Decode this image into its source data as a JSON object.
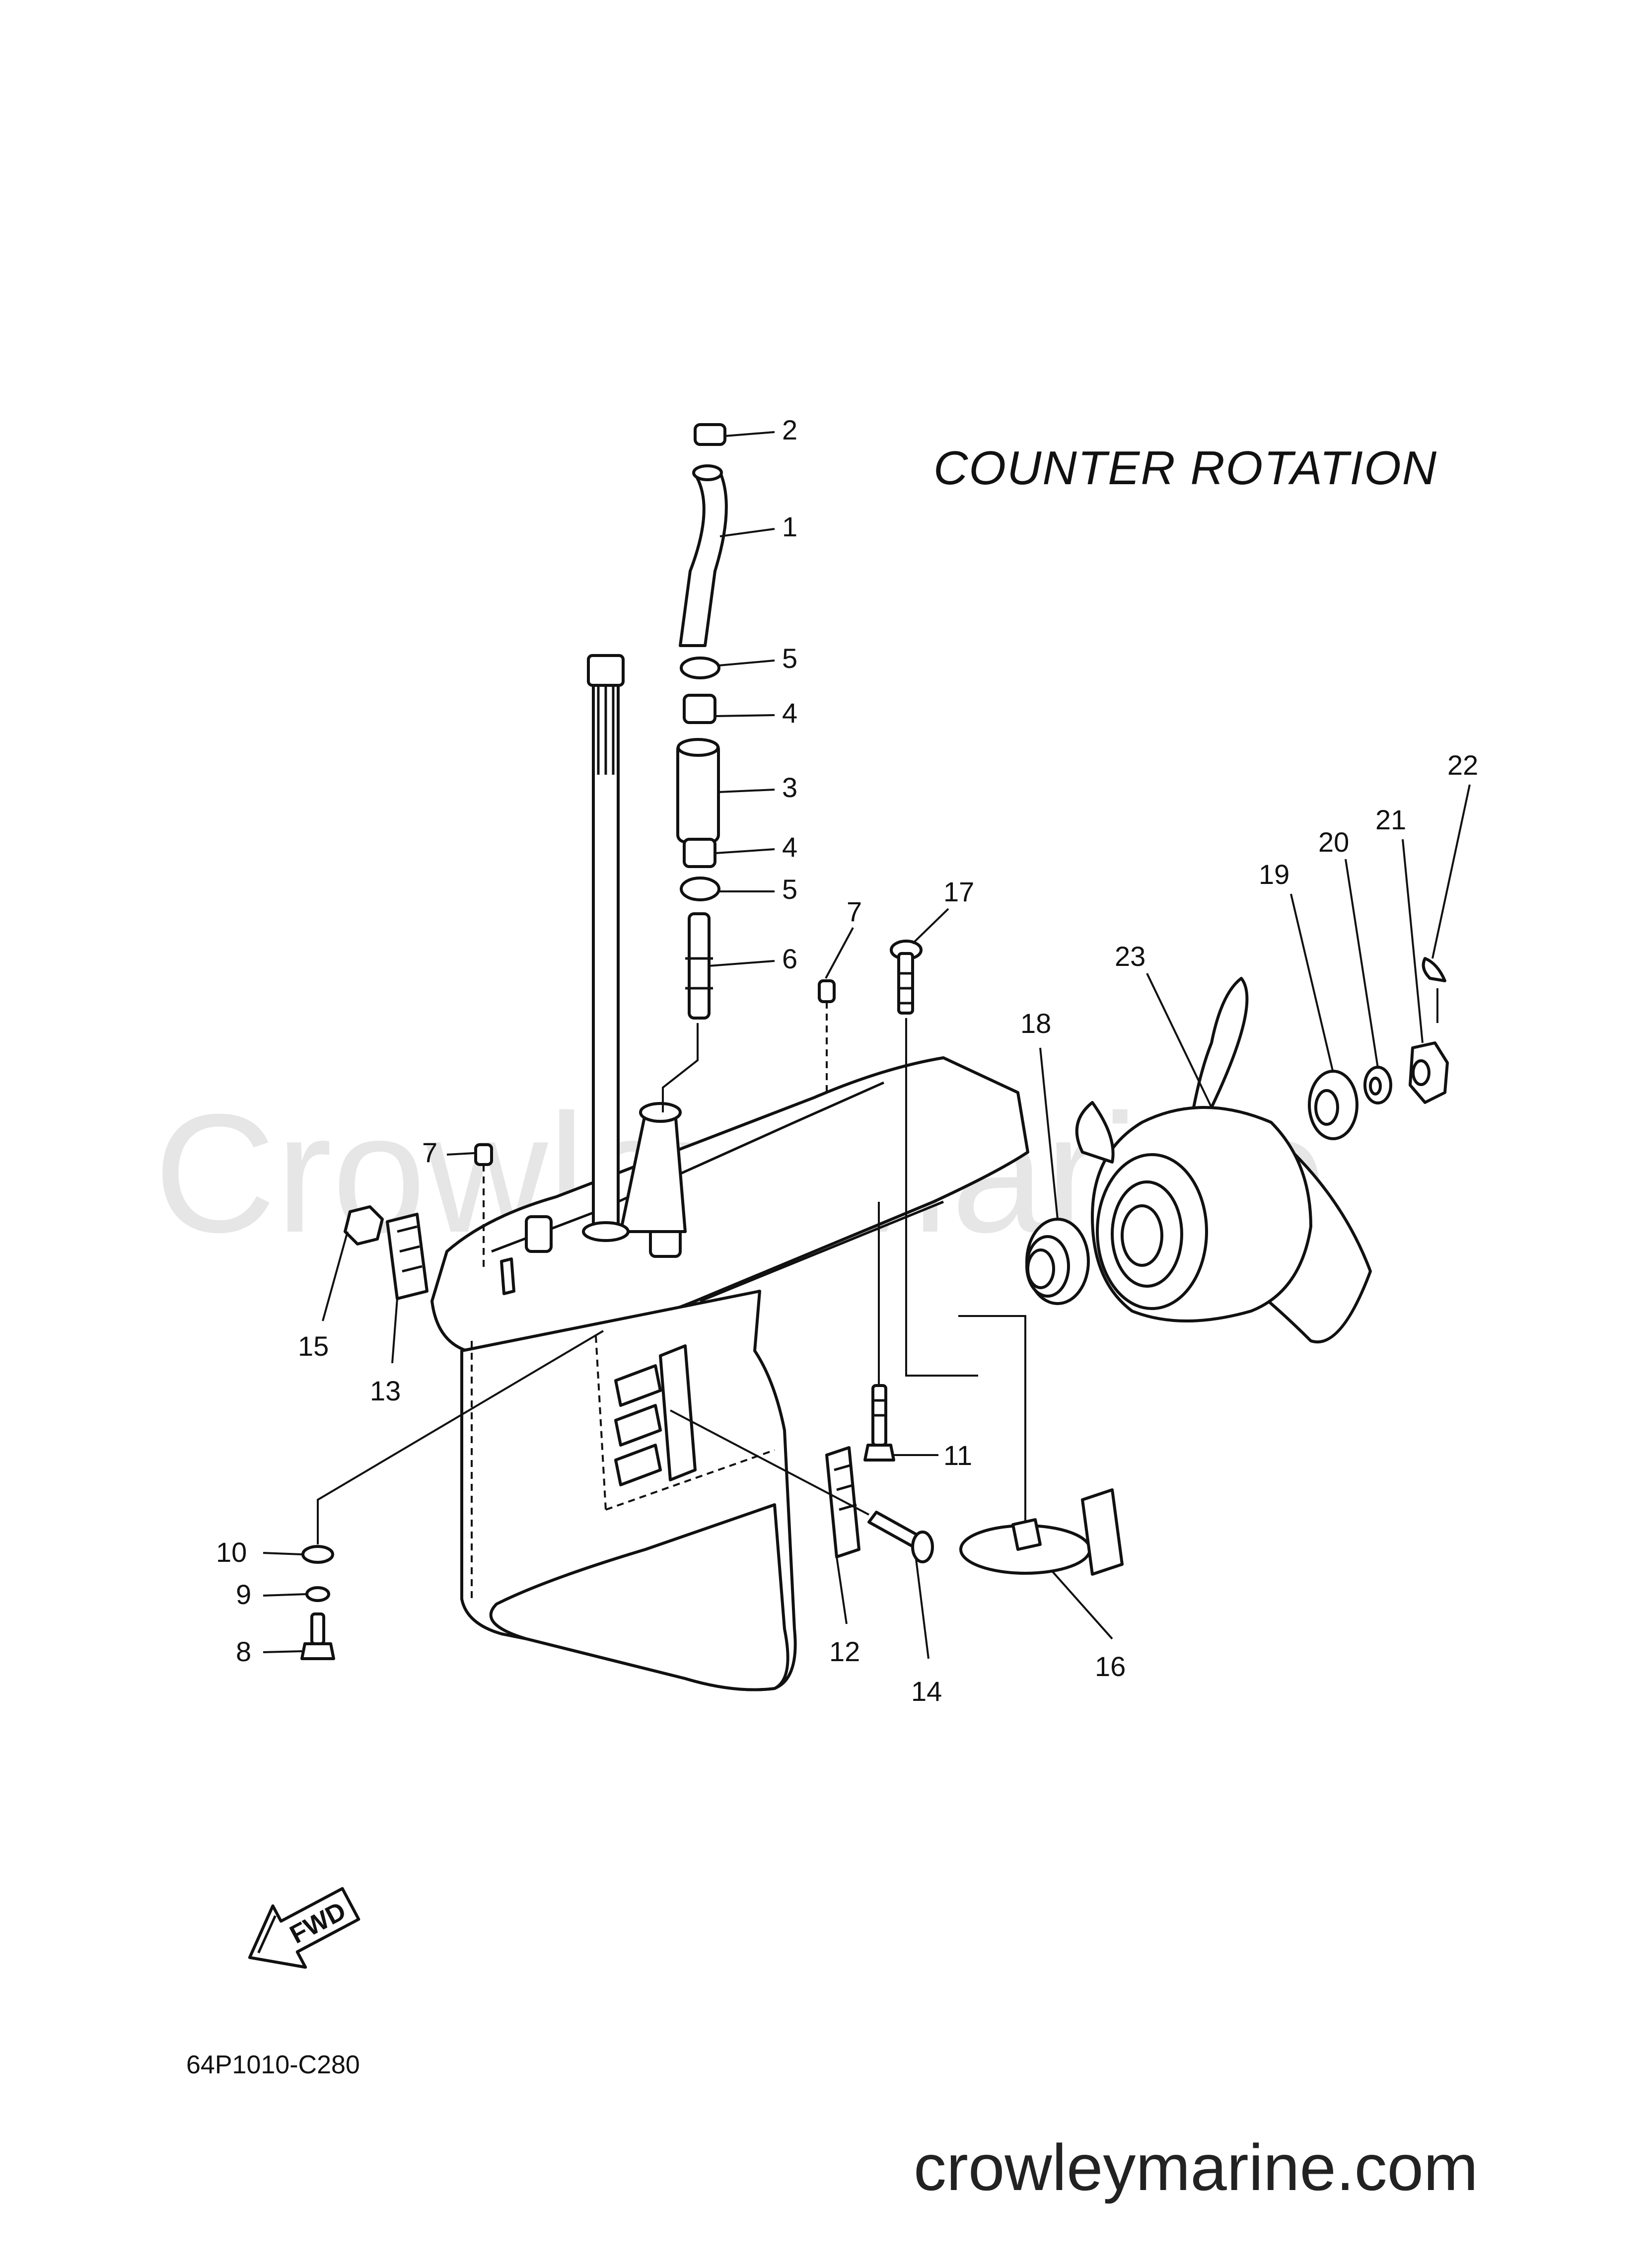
{
  "diagram": {
    "title": "COUNTER  ROTATION",
    "watermark": "Crowley Marine",
    "drawing_code": "64P1010-C280",
    "website": "crowleymarine.com",
    "fwd_badge": "FWD",
    "callouts": {
      "c1": "1",
      "c2": "2",
      "c3": "3",
      "c4a": "4",
      "c4b": "4",
      "c5a": "5",
      "c5b": "5",
      "c6": "6",
      "c7a": "7",
      "c7b": "7",
      "c8": "8",
      "c9": "9",
      "c10": "10",
      "c11": "11",
      "c12": "12",
      "c13": "13",
      "c14": "14",
      "c15": "15",
      "c16": "16",
      "c17": "17",
      "c18": "18",
      "c19": "19",
      "c20": "20",
      "c21": "21",
      "c22": "22",
      "c23": "23"
    }
  }
}
